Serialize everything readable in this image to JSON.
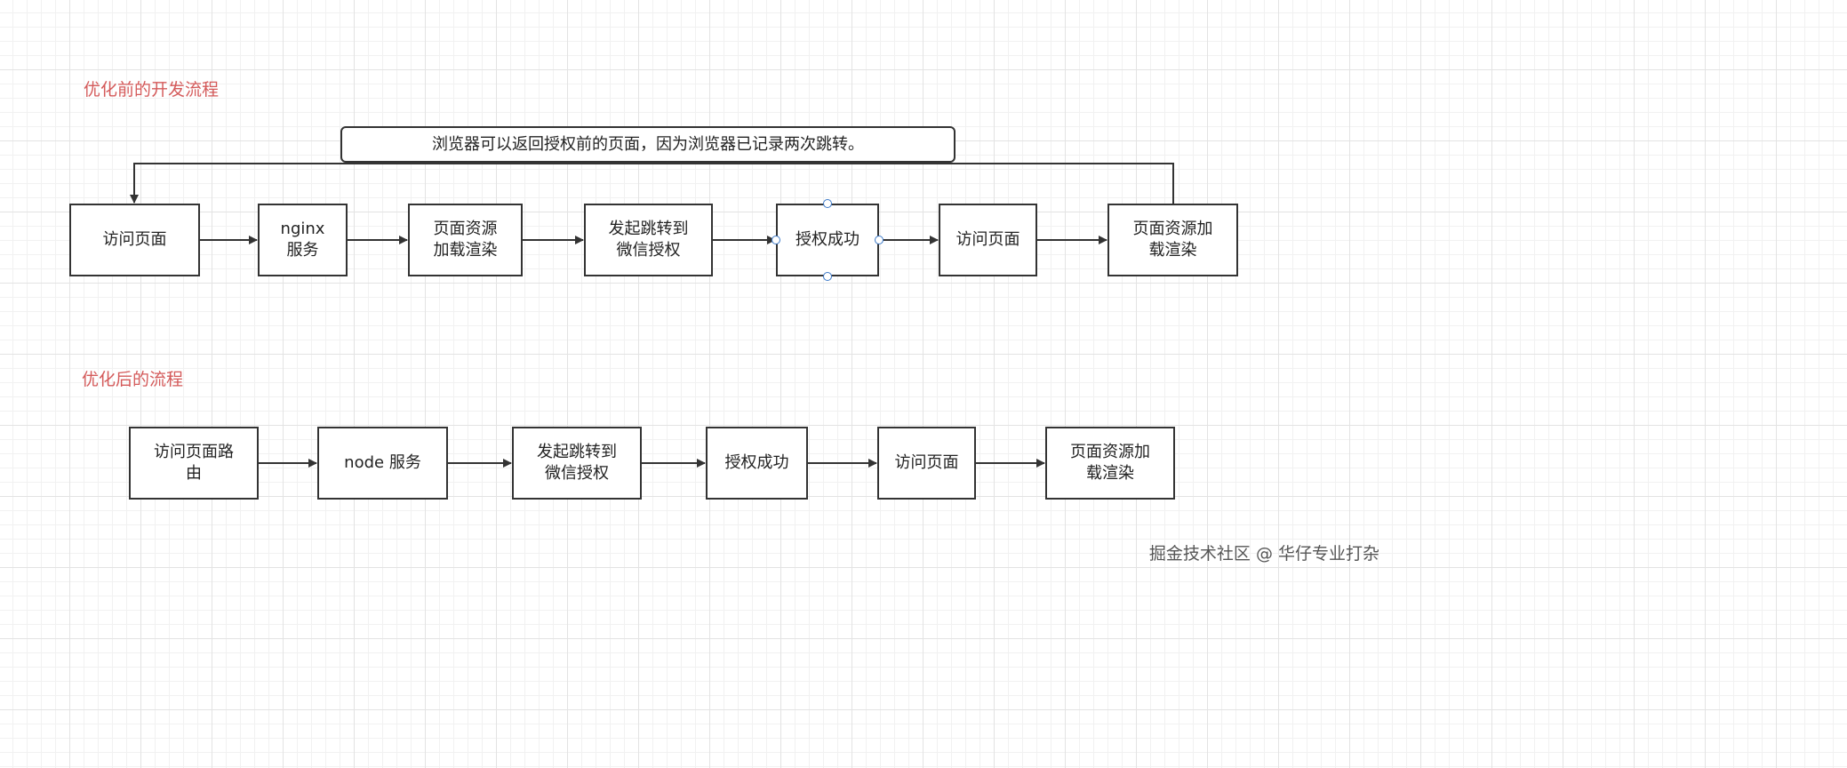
{
  "sections": {
    "before_title": "优化前的开发流程",
    "after_title": "优化后的流程"
  },
  "note": {
    "text": "浏览器可以返回授权前的页面，因为浏览器已记录两次跳转。"
  },
  "before_flow": [
    {
      "label": "访问页面"
    },
    {
      "label": "nginx 服务"
    },
    {
      "label": "页面资源加载渲染"
    },
    {
      "label": "发起跳转到微信授权"
    },
    {
      "label": "授权成功"
    },
    {
      "label": "访问页面"
    },
    {
      "label": "页面资源加载渲染"
    }
  ],
  "after_flow": [
    {
      "label": "访问页面路由"
    },
    {
      "label": "node 服务"
    },
    {
      "label": "发起跳转到微信授权"
    },
    {
      "label": "授权成功"
    },
    {
      "label": "访问页面"
    },
    {
      "label": "页面资源加载渲染"
    }
  ],
  "watermark": "掘金技术社区 @ 华仔专业打杂",
  "colors": {
    "section_title": "#d45a5a",
    "stroke": "#333333",
    "selection_handle": "#3a78c8"
  }
}
